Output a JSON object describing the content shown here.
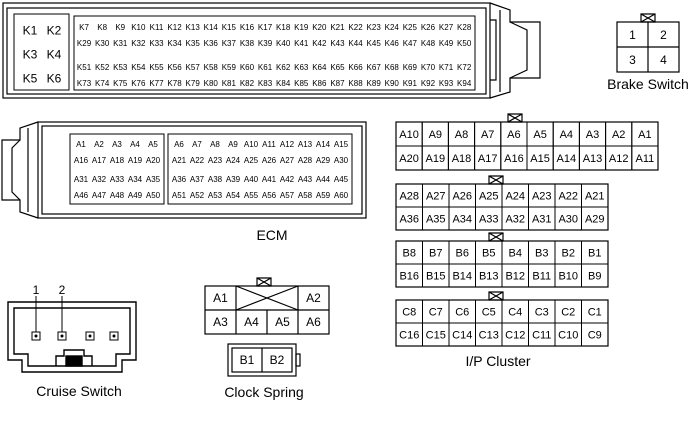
{
  "labels": {
    "brake_switch": "Brake Switch",
    "ecm": "ECM",
    "cruise_switch": "Cruise Switch",
    "clock_spring": "Clock Spring",
    "ip_cluster": "I/P Cluster"
  },
  "ecm_top": {
    "k_left": [
      [
        "K1",
        "K2"
      ],
      [
        "K3",
        "K4"
      ],
      [
        "K5",
        "K6"
      ]
    ],
    "k_right": [
      [
        "K7",
        "K8",
        "K9",
        "K10",
        "K11",
        "K12",
        "K13",
        "K14",
        "K15",
        "K16",
        "K17",
        "K18",
        "K19",
        "K20",
        "K21",
        "K22",
        "K23",
        "K24",
        "K25",
        "K26",
        "K27",
        "K28"
      ],
      [
        "K29",
        "K30",
        "K31",
        "K32",
        "K33",
        "K34",
        "K35",
        "K36",
        "K37",
        "K38",
        "K39",
        "K40",
        "K41",
        "K42",
        "K43",
        "K44",
        "K45",
        "K46",
        "K47",
        "K48",
        "K49",
        "K50"
      ],
      [
        "K51",
        "K52",
        "K53",
        "K54",
        "K55",
        "K56",
        "K57",
        "K58",
        "K59",
        "K60",
        "K61",
        "K62",
        "K63",
        "K64",
        "K65",
        "K66",
        "K67",
        "K68",
        "K69",
        "K70",
        "K71",
        "K72"
      ],
      [
        "K73",
        "K74",
        "K75",
        "K76",
        "K77",
        "K78",
        "K79",
        "K80",
        "K81",
        "K82",
        "K83",
        "K84",
        "K85",
        "K86",
        "K87",
        "K88",
        "K89",
        "K90",
        "K91",
        "K92",
        "K93",
        "K94"
      ]
    ]
  },
  "ecm_a": {
    "left": [
      [
        "A1",
        "A2",
        "A3",
        "A4",
        "A5"
      ],
      [
        "A16",
        "A17",
        "A18",
        "A19",
        "A20"
      ],
      [
        "A31",
        "A32",
        "A33",
        "A34",
        "A35"
      ],
      [
        "A46",
        "A47",
        "A48",
        "A49",
        "A50"
      ]
    ],
    "right": [
      [
        "A6",
        "A7",
        "A8",
        "A9",
        "A10",
        "A11",
        "A12",
        "A13",
        "A14",
        "A15"
      ],
      [
        "A21",
        "A22",
        "A23",
        "A24",
        "A25",
        "A26",
        "A27",
        "A28",
        "A29",
        "A30"
      ],
      [
        "A36",
        "A37",
        "A38",
        "A39",
        "A40",
        "A41",
        "A42",
        "A43",
        "A44",
        "A45"
      ],
      [
        "A51",
        "A52",
        "A53",
        "A54",
        "A55",
        "A56",
        "A57",
        "A58",
        "A59",
        "A60"
      ]
    ]
  },
  "brake_switch_pins": [
    [
      "1",
      "2"
    ],
    [
      "3",
      "4"
    ]
  ],
  "ip_a_top": [
    [
      "A10",
      "A9",
      "A8",
      "A7",
      "A6",
      "A5",
      "A4",
      "A3",
      "A2",
      "A1"
    ],
    [
      "A20",
      "A19",
      "A18",
      "A17",
      "A16",
      "A15",
      "A14",
      "A13",
      "A12",
      "A11"
    ]
  ],
  "ip_a_mid": [
    [
      "A28",
      "A27",
      "A26",
      "A25",
      "A24",
      "A23",
      "A22",
      "A21"
    ],
    [
      "A36",
      "A35",
      "A34",
      "A33",
      "A32",
      "A31",
      "A30",
      "A29"
    ]
  ],
  "ip_b": [
    [
      "B8",
      "B7",
      "B6",
      "B5",
      "B4",
      "B3",
      "B2",
      "B1"
    ],
    [
      "B16",
      "B15",
      "B14",
      "B13",
      "B12",
      "B11",
      "B10",
      "B9"
    ]
  ],
  "ip_c": [
    [
      "C8",
      "C7",
      "C6",
      "C5",
      "C4",
      "C3",
      "C2",
      "C1"
    ],
    [
      "C16",
      "C15",
      "C14",
      "C13",
      "C12",
      "C11",
      "C10",
      "C9"
    ]
  ],
  "clock_spring_six": [
    "A1",
    "A2",
    "A3",
    "A4",
    "A5",
    "A6"
  ],
  "clock_spring_two": [
    "B1",
    "B2"
  ],
  "cruise_switch_pins": [
    "1",
    "2"
  ]
}
